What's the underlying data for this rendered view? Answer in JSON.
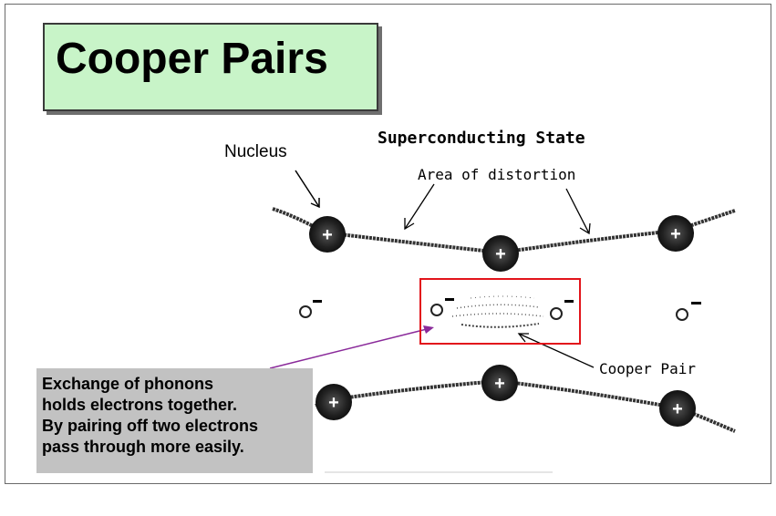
{
  "title": "Cooper Pairs",
  "diagram": {
    "heading": "Superconducting State",
    "nucleus_label": "Nucleus",
    "distortion_label": "Area of distortion",
    "cooper_pair_label": "Cooper Pair",
    "note_lines": [
      "Exchange of phonons",
      "holds electrons together.",
      "By pairing off two electrons",
      "pass through more easily."
    ]
  },
  "colors": {
    "title_background": "#c8f4c8",
    "note_background": "#c2c2c2",
    "highlight_border": "#e2141b",
    "pointer_arrow": "#8a2a9a"
  }
}
